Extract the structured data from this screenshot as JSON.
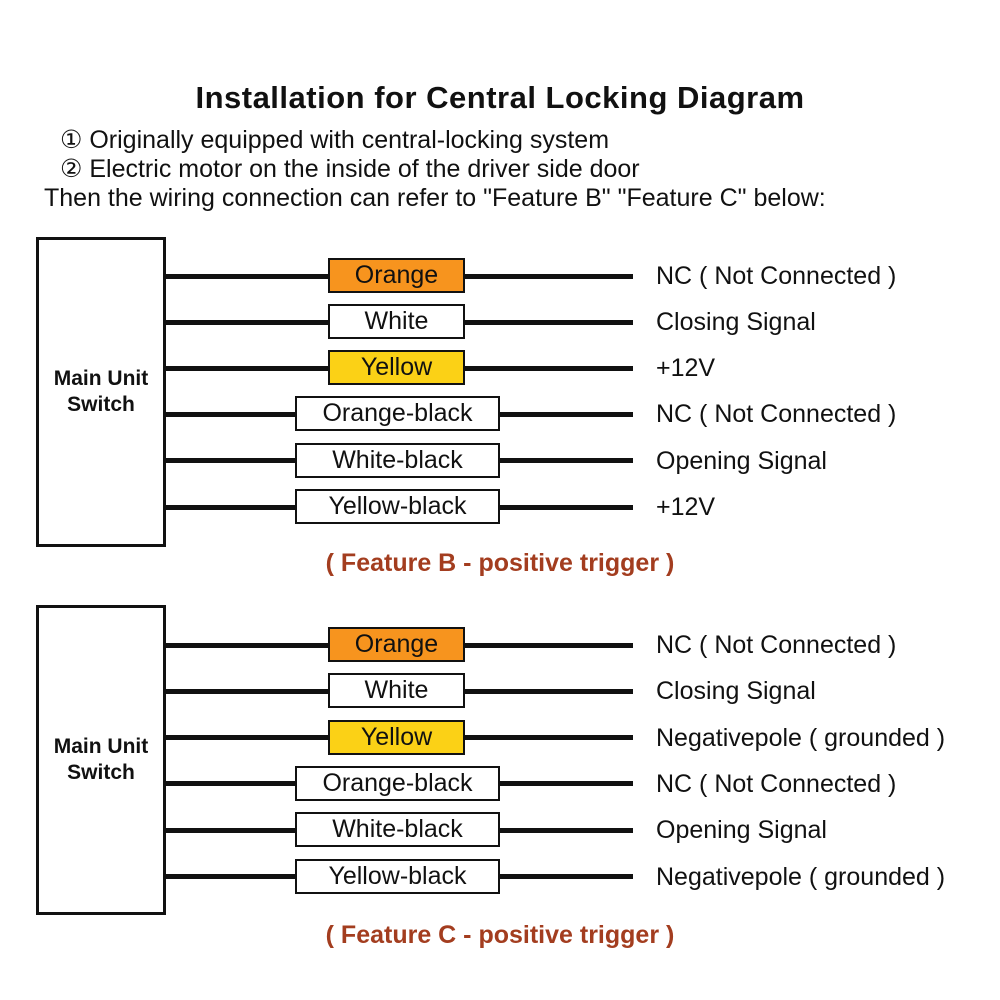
{
  "page": {
    "title": "Installation for Central Locking Diagram",
    "notes": {
      "line1": "① Originally equipped with central-locking system",
      "line2": "② Electric motor on the inside of the driver side door",
      "line3": "Then the wiring connection can refer to \"Feature B\" \"Feature C\" below:"
    }
  },
  "colors": {
    "orange_fill": "#F7941E",
    "yellow_fill": "#FBD116",
    "white_fill": "#FFFFFF",
    "wire_black": "#111111",
    "caption_brown": "#A33D1F",
    "background": "#FFFFFF"
  },
  "feature_b": {
    "unit_label_line1": "Main Unit",
    "unit_label_line2": "Switch",
    "caption": "( Feature B - positive trigger )",
    "rows": [
      {
        "wire_label": "Orange",
        "fill": "#F7941E",
        "signal": "NC ( Not Connected )"
      },
      {
        "wire_label": "White",
        "fill": "#FFFFFF",
        "signal": "Closing Signal"
      },
      {
        "wire_label": "Yellow",
        "fill": "#FBD116",
        "signal": "+12V"
      },
      {
        "wire_label": "Orange-black",
        "fill": "#FFFFFF",
        "signal": "NC ( Not Connected )"
      },
      {
        "wire_label": "White-black",
        "fill": "#FFFFFF",
        "signal": "Opening Signal"
      },
      {
        "wire_label": "Yellow-black",
        "fill": "#FFFFFF",
        "signal": "+12V"
      }
    ]
  },
  "feature_c": {
    "unit_label_line1": "Main Unit",
    "unit_label_line2": "Switch",
    "caption": "( Feature C - positive trigger )",
    "rows": [
      {
        "wire_label": "Orange",
        "fill": "#F7941E",
        "signal": "NC ( Not Connected )"
      },
      {
        "wire_label": "White",
        "fill": "#FFFFFF",
        "signal": "Closing Signal"
      },
      {
        "wire_label": "Yellow",
        "fill": "#FBD116",
        "signal": "Negativepole ( grounded )"
      },
      {
        "wire_label": "Orange-black",
        "fill": "#FFFFFF",
        "signal": "NC ( Not Connected )"
      },
      {
        "wire_label": "White-black",
        "fill": "#FFFFFF",
        "signal": "Opening Signal"
      },
      {
        "wire_label": "Yellow-black",
        "fill": "#FFFFFF",
        "signal": "Negativepole ( grounded )"
      }
    ]
  }
}
